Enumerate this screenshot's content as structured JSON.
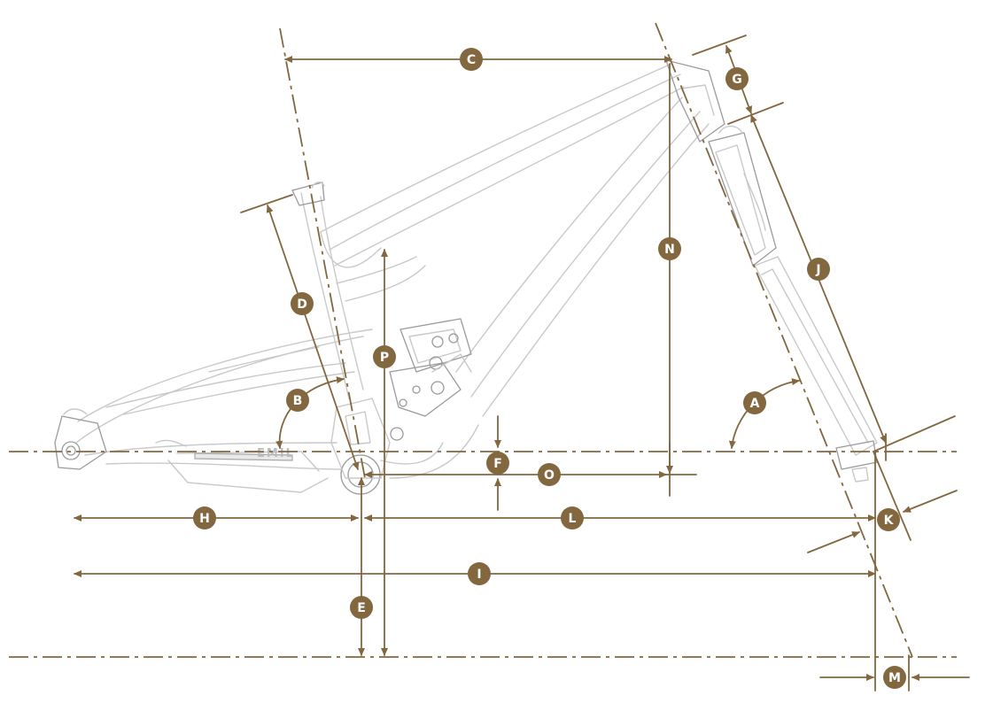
{
  "diagram": {
    "frame_logo_text": "EMIL",
    "labels": {
      "A": "A",
      "B": "B",
      "C": "C",
      "D": "D",
      "E": "E",
      "F": "F",
      "G": "G",
      "H": "H",
      "I": "I",
      "J": "J",
      "K": "K",
      "L": "L",
      "M": "M",
      "N": "N",
      "O": "O",
      "P": "P"
    },
    "colors": {
      "accent": "#82673f",
      "frame_line": "#c9c9c9",
      "frame_dark": "#9a9a9a",
      "background": "#ffffff"
    }
  }
}
